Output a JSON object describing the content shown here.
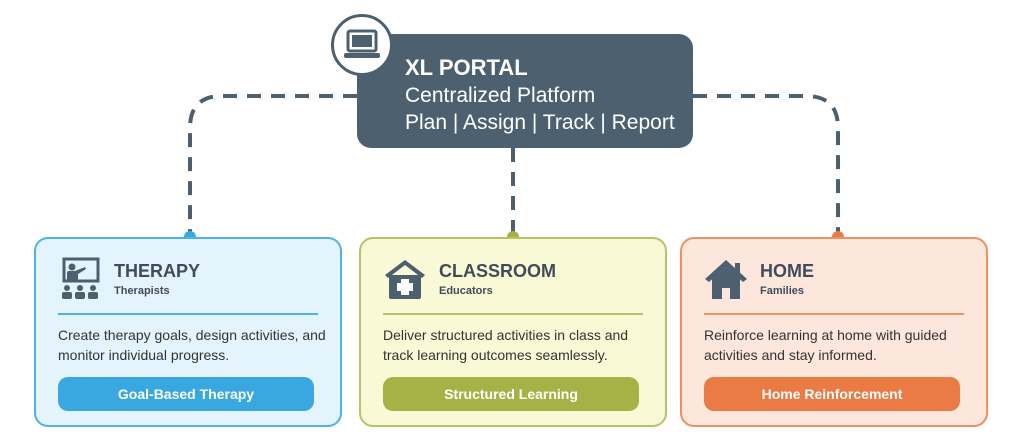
{
  "portal": {
    "title": "XL PORTAL",
    "subtitle": "Centralized Platform",
    "tagline": "Plan | Assign | Track | Report",
    "icon": "laptop-icon"
  },
  "colors": {
    "portal": "#4d6070",
    "therapy": "#39a8e0",
    "classroom": "#a6b246",
    "home": "#ea7b45"
  },
  "cards": [
    {
      "title": "THERAPY",
      "role": "Therapists",
      "icon": "teacher-presentation-icon",
      "description": "Create therapy goals, design activities, and monitor individual progress.",
      "button": "Goal-Based Therapy"
    },
    {
      "title": "CLASSROOM",
      "role": "Educators",
      "icon": "school-building-icon",
      "description": "Deliver structured activities in class and track learning outcomes seamlessly.",
      "button": "Structured Learning"
    },
    {
      "title": "HOME",
      "role": "Families",
      "icon": "house-icon",
      "description": "Reinforce learning at home with guided activities and stay informed.",
      "button": "Home Reinforcement"
    }
  ]
}
